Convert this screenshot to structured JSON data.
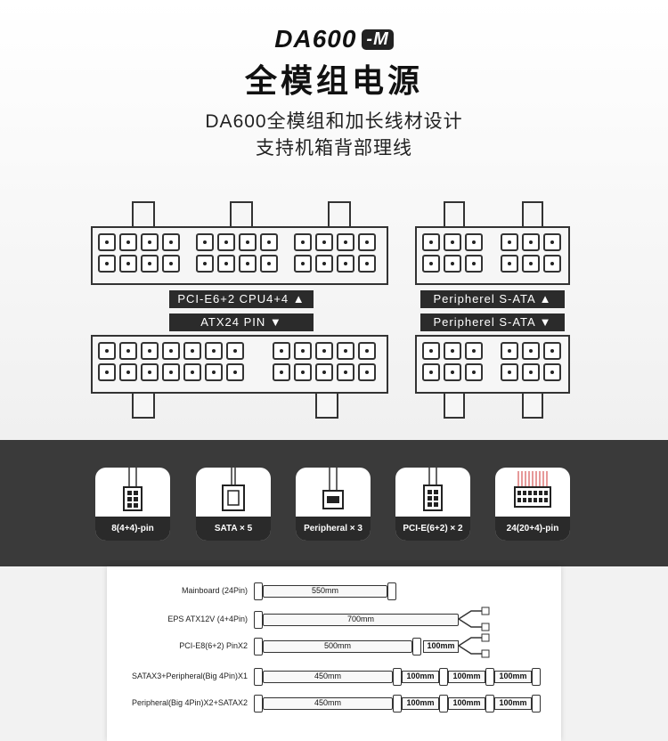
{
  "header": {
    "model": "DA600",
    "badge": "-M",
    "title": "全模组电源",
    "subtitle_line1": "DA600全模组和加长线材设计",
    "subtitle_line2": "支持机箱背部理线"
  },
  "connector_labels": {
    "pcie_cpu": "PCI-E6+2 CPU4+4",
    "atx24": "ATX24 PIN",
    "peripheral_sata_top": "Peripherel S-ATA",
    "peripheral_sata_bottom": "Peripherel S-ATA"
  },
  "cable_types": [
    {
      "label": "8(4+4)-pin",
      "icon": "eps-8pin-icon"
    },
    {
      "label": "SATA × 5",
      "icon": "sata-connector-icon"
    },
    {
      "label": "Peripheral × 3",
      "icon": "molex-connector-icon"
    },
    {
      "label": "PCI-E(6+2) × 2",
      "icon": "pcie-connector-icon"
    },
    {
      "label": "24(20+4)-pin",
      "icon": "atx-24pin-icon"
    }
  ],
  "cable_lengths": [
    {
      "name": "Mainboard (24Pin)",
      "main": "550mm"
    },
    {
      "name": "EPS ATX12V (4+4Pin)",
      "main": "700mm"
    },
    {
      "name": "PCI-E8(6+2) PinX2",
      "main": "500mm",
      "extra": [
        "100mm"
      ]
    },
    {
      "name": "SATAX3+Peripheral(Big 4Pin)X1",
      "main": "450mm",
      "extra": [
        "100mm",
        "100mm",
        "100mm"
      ]
    },
    {
      "name": "Peripheral(Big 4Pin)X2+SATAX2",
      "main": "450mm",
      "extra": [
        "100mm",
        "100mm",
        "100mm"
      ]
    }
  ],
  "colors": {
    "dark_band": "#3a3a3a",
    "label_bar": "#2b2b2b"
  }
}
